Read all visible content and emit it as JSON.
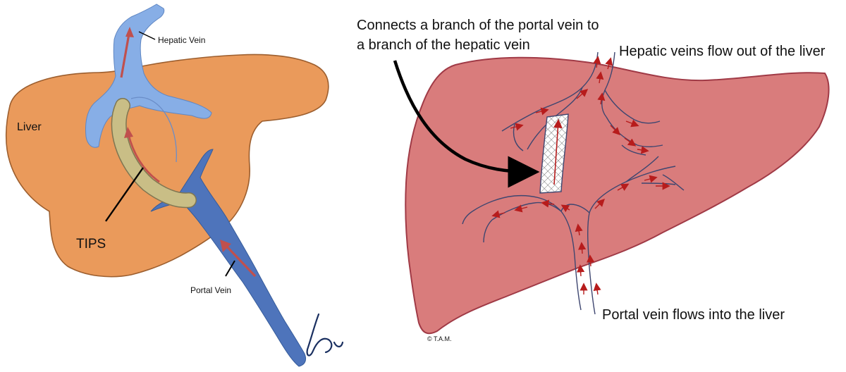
{
  "left_panel": {
    "labels": {
      "hepatic_vein": "Hepatic Vein",
      "liver": "Liver",
      "tips": "TIPS",
      "portal_vein": "Portal Vein"
    },
    "colors": {
      "liver_fill": "#EA9A5B",
      "liver_stroke": "#9C5E2E",
      "hepatic_vein": "#87AEE6",
      "portal_vein": "#4E74BB",
      "stent": "#C9BE86",
      "flow_arrow": "#C0504D"
    }
  },
  "right_panel": {
    "labels": {
      "connects_line1": "Connects a branch of the portal vein to",
      "connects_line2": "a branch of the hepatic vein",
      "hepatic_flow": "Hepatic veins flow out of the liver",
      "portal_flow": "Portal vein flows into the liver"
    },
    "colors": {
      "liver_fill": "#D97C7C",
      "liver_stroke": "#A03A46",
      "vessel_stroke": "#3E4670",
      "flow_arrow": "#B71C1C",
      "stent_fill": "#FFFFFF"
    }
  }
}
